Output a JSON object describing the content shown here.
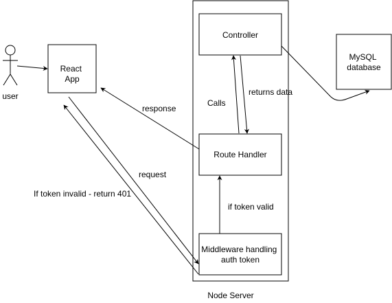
{
  "colors": {
    "stroke": "#000000",
    "fill": "#ffffff",
    "text": "#000000"
  },
  "actor": {
    "label": "user",
    "icon": "stick-figure-icon"
  },
  "nodes": {
    "react_app": {
      "line1": "React",
      "line2": "App"
    },
    "mysql": {
      "line1": "MySQL",
      "line2": "database"
    },
    "controller": {
      "label": "Controller"
    },
    "route_handler": {
      "label": "Route Handler"
    },
    "middleware": {
      "line1": "Middleware handling",
      "line2": "auth token"
    },
    "node_server": {
      "label": "Node Server"
    }
  },
  "edges": {
    "response": "response",
    "calls": "Calls",
    "returns_data": "returns data",
    "request": "request",
    "token_invalid": "If token invalid - return 401",
    "token_valid": "if token valid"
  }
}
